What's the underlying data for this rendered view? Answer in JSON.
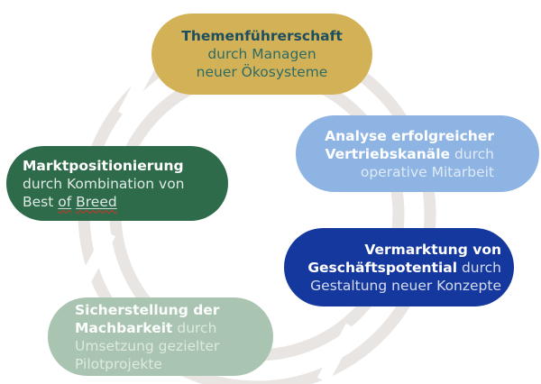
{
  "diagram": {
    "type": "cycle",
    "ring_color": "#e8e5e2",
    "nodes": {
      "themenfuehrerschaft": {
        "color": "#d3b257",
        "bold_text_color": "#1d4f5e",
        "regular_text_color": "#2f6b64",
        "line1_bold": "Themenführerschaft",
        "line2": "durch Managen",
        "line3": "neuer Ökosysteme"
      },
      "analyse": {
        "color": "#8eb4e3",
        "bold_text_color": "#ffffff",
        "line1_bold": "Analyse erfolgreicher",
        "line2_bold": "Vertriebskanäle",
        "line2_regular": " durch",
        "line3": "operative Mitarbeit"
      },
      "marktpositionierung": {
        "color": "#2d6b4b",
        "bold_text_color": "#ffffff",
        "line1_bold": "Marktpositionierung",
        "line2": "durch Kombination von",
        "line3_part1": "Best ",
        "line3_misspelled1": "of",
        "line3_space": " ",
        "line3_misspelled2": "Breed",
        "squiggle_color": "#d93025"
      },
      "vermarktung": {
        "color": "#15389e",
        "bold_text_color": "#ffffff",
        "line1_bold": "Vermarktung von",
        "line2_bold": "Geschäftspotential",
        "line2_regular": " durch",
        "line3": "Gestaltung neuer Konzepte"
      },
      "sicherstellung": {
        "color": "#a9c4b0",
        "bold_text_color": "#ffffff",
        "line1_bold": "Sicherstellung der",
        "line2_bold": "Machbarkeit",
        "line2_regular": " durch",
        "line3": "Umsetzung gezielter",
        "line4": "Pilotprojekte"
      }
    }
  }
}
